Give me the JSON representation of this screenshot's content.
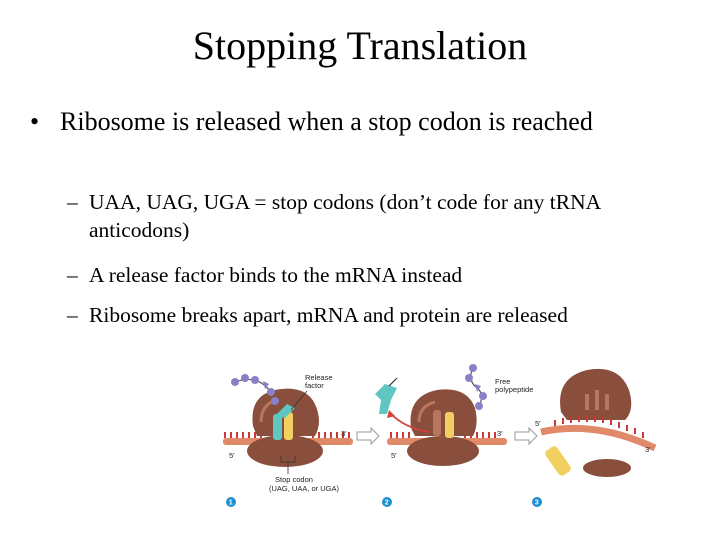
{
  "slide": {
    "title": "Stopping Translation",
    "bullet_marker": "•",
    "dash_marker": "–",
    "main_bullet": "Ribosome is released when a stop codon is reached",
    "sub_bullets": [
      "UAA, UAG, UGA  = stop codons (don’t code for any tRNA anticodons)",
      "A release factor binds to the mRNA instead",
      "Ribosome breaks apart, mRNA and protein are released"
    ]
  },
  "figure": {
    "release_factor_line1": "Release",
    "release_factor_line2": "factor",
    "free_line1": "Free",
    "free_line2": "polypeptide",
    "stop_codon_line1": "Stop codon",
    "stop_codon_line2": "(UAG, UAA, or UGA)",
    "five_prime": "5′",
    "three_prime": "3′",
    "step1": "1",
    "step2": "2",
    "step3": "3"
  },
  "colors": {
    "ribosome": "#8a4f3c",
    "ribosome_light": "#b8765e",
    "mrna": "#e08a6a",
    "release_factor": "#5fc6c2",
    "release_factor_yellow": "#f2d060",
    "polypeptide": "#8a80c8",
    "step_badge": "#1f8fd2"
  }
}
